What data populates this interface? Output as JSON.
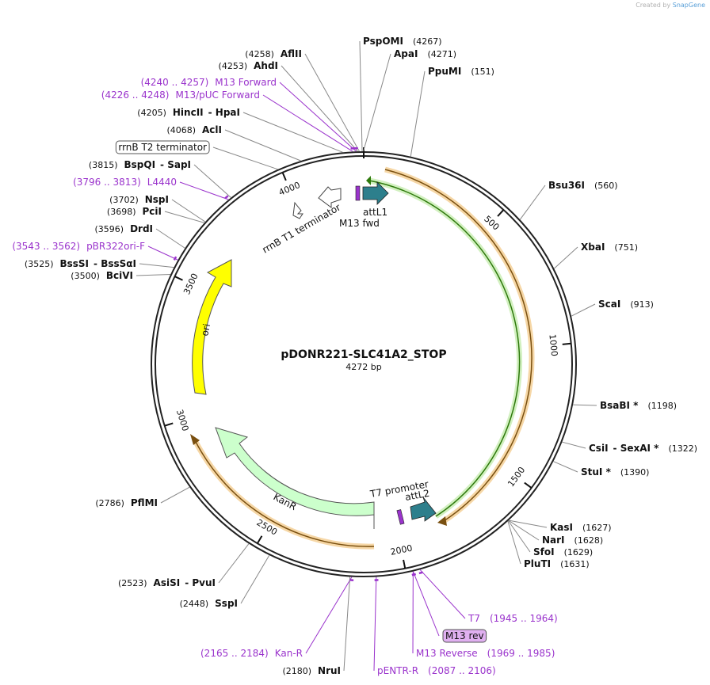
{
  "credit": {
    "prefix": "Created by",
    "brand": "SnapGene"
  },
  "plasmid": {
    "name": "pDONR221-SLC41A2_STOP",
    "size": "4272 bp",
    "length": 4272
  },
  "colors": {
    "primer": "#9a33cc",
    "ori": "#ffff00",
    "kanr": "#ccffcc",
    "att": "#2d7f8c",
    "orange": "#e8a030",
    "green": "#3a9a10",
    "backbone": "#222222"
  },
  "ticks": [
    {
      "label": "500",
      "pos": 500
    },
    {
      "label": "1000",
      "pos": 1000
    },
    {
      "label": "1500",
      "pos": 1500
    },
    {
      "label": "2000",
      "pos": 2000
    },
    {
      "label": "2500",
      "pos": 2500
    },
    {
      "label": "3000",
      "pos": 3000
    },
    {
      "label": "3500",
      "pos": 3500
    },
    {
      "label": "4000",
      "pos": 4000
    }
  ],
  "features": {
    "attL1": "attL1",
    "m13fwd": "M13 fwd",
    "rrnB_T1": "rrnB T1 terminator",
    "t7": "T7 promoter",
    "attL2": "attL2",
    "kanr": "KanR",
    "ori": "ori"
  },
  "labels": [
    {
      "id": "pspomi",
      "kind": "enzyme",
      "name": "PspOMI",
      "pos": "(4267)",
      "site": 4267
    },
    {
      "id": "apai",
      "kind": "enzyme",
      "name": "ApaI",
      "pos": "(4271)",
      "site": 4271
    },
    {
      "id": "ppumi",
      "kind": "enzyme",
      "name": "PpuMI",
      "pos": "(151)",
      "site": 151
    },
    {
      "id": "aflii",
      "kind": "enzyme",
      "name": "AflII",
      "pos": "(4258)",
      "site": 4258
    },
    {
      "id": "ahdi",
      "kind": "enzyme",
      "name": "AhdI",
      "pos": "(4253)",
      "site": 4253
    },
    {
      "id": "m13fwdp",
      "kind": "primer",
      "name": "M13 Forward",
      "pos": "(4240 .. 4257)",
      "site": 4248
    },
    {
      "id": "m13puc",
      "kind": "primer",
      "name": "M13/pUC Forward",
      "pos": "(4226 .. 4248)",
      "site": 4237
    },
    {
      "id": "hincii",
      "kind": "enzyme",
      "name": "HincII",
      "extra": "HpaI",
      "pos": "(4205)",
      "site": 4205
    },
    {
      "id": "acli",
      "kind": "enzyme",
      "name": "AclI",
      "pos": "(4068)",
      "site": 4068
    },
    {
      "id": "rrnbt2",
      "kind": "boxed",
      "name": "rrnB T2 terminator",
      "site": 3990
    },
    {
      "id": "bspqi",
      "kind": "enzyme",
      "name": "BspQI",
      "extra": "SapI",
      "pos": "(3815)",
      "site": 3815
    },
    {
      "id": "l4440",
      "kind": "primer",
      "name": "L4440",
      "pos": "(3796 .. 3813)",
      "site": 3805
    },
    {
      "id": "nspi",
      "kind": "enzyme",
      "name": "NspI",
      "pos": "(3702)",
      "site": 3702
    },
    {
      "id": "pcii",
      "kind": "enzyme",
      "name": "PciI",
      "pos": "(3698)",
      "site": 3698
    },
    {
      "id": "drdi",
      "kind": "enzyme",
      "name": "DrdI",
      "pos": "(3596)",
      "site": 3596
    },
    {
      "id": "pbr322",
      "kind": "primer",
      "name": "pBR322ori-F",
      "pos": "(3543 .. 3562)",
      "site": 3552
    },
    {
      "id": "bsssi",
      "kind": "enzyme",
      "name": "BssSI",
      "extra": "BssSαI",
      "pos": "(3525)",
      "site": 3525
    },
    {
      "id": "bcivi",
      "kind": "enzyme",
      "name": "BciVI",
      "pos": "(3500)",
      "site": 3500
    },
    {
      "id": "bsu36i",
      "kind": "enzyme",
      "name": "Bsu36I",
      "pos": "(560)",
      "site": 560
    },
    {
      "id": "xbai",
      "kind": "enzyme",
      "name": "XbaI",
      "pos": "(751)",
      "site": 751
    },
    {
      "id": "scai",
      "kind": "enzyme",
      "name": "ScaI",
      "pos": "(913)",
      "site": 913
    },
    {
      "id": "bsabi",
      "kind": "enzyme",
      "name": "BsaBI *",
      "pos": "(1198)",
      "site": 1198
    },
    {
      "id": "csii",
      "kind": "enzyme",
      "name": "CsiI",
      "extra": "SexAI *",
      "pos": "(1322)",
      "site": 1322
    },
    {
      "id": "stui",
      "kind": "enzyme",
      "name": "StuI *",
      "pos": "(1390)",
      "site": 1390
    },
    {
      "id": "kasi",
      "kind": "enzyme",
      "name": "KasI",
      "pos": "(1627)",
      "site": 1627
    },
    {
      "id": "nari",
      "kind": "enzyme",
      "name": "NarI",
      "pos": "(1628)",
      "site": 1628
    },
    {
      "id": "sfoi",
      "kind": "enzyme",
      "name": "SfoI",
      "pos": "(1629)",
      "site": 1629
    },
    {
      "id": "pluti",
      "kind": "enzyme",
      "name": "PluTI",
      "pos": "(1631)",
      "site": 1631
    },
    {
      "id": "t7p",
      "kind": "primer",
      "name": "T7",
      "pos": "(1945 .. 1964)",
      "site": 1954
    },
    {
      "id": "m13rev",
      "kind": "primerbox",
      "name": "M13 rev",
      "site": 1977
    },
    {
      "id": "m13reverse",
      "kind": "primer",
      "name": "M13 Reverse",
      "pos": "(1969 .. 1985)",
      "site": 1977
    },
    {
      "id": "pentrr",
      "kind": "primer",
      "name": "pENTR-R",
      "pos": "(2087 .. 2106)",
      "site": 2096
    },
    {
      "id": "kanrp",
      "kind": "primer",
      "name": "Kan-R",
      "pos": "(2165 .. 2184)",
      "site": 2174
    },
    {
      "id": "brui",
      "kind": "enzyme",
      "name": "NruI",
      "pos": "(2180)",
      "site": 2180
    },
    {
      "id": "sspi",
      "kind": "enzyme",
      "name": "SspI",
      "pos": "(2448)",
      "site": 2448
    },
    {
      "id": "asisi",
      "kind": "enzyme",
      "name": "AsiSI",
      "extra": "PvuI",
      "pos": "(2523)",
      "site": 2523
    },
    {
      "id": "pflmi",
      "kind": "enzyme",
      "name": "PflMI",
      "pos": "(2786)",
      "site": 2786
    }
  ]
}
